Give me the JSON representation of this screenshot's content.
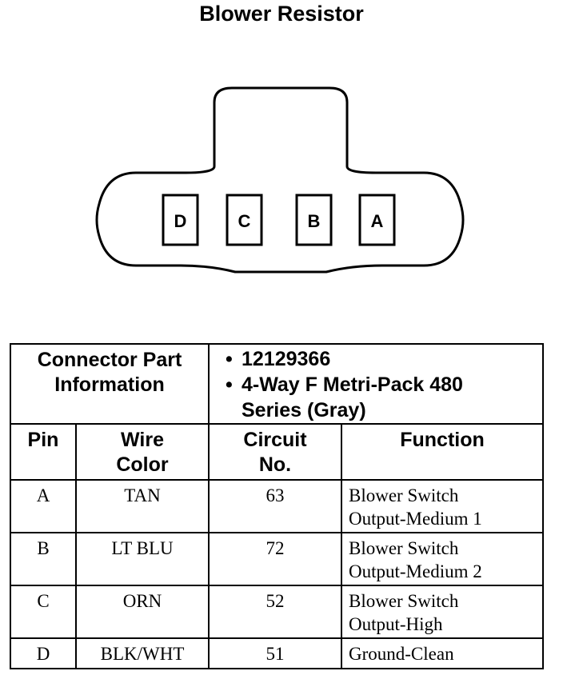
{
  "title": "Blower Resistor",
  "connector": {
    "pins": [
      "D",
      "C",
      "B",
      "A"
    ]
  },
  "table": {
    "connector_part_label_line1": "Connector Part",
    "connector_part_label_line2": "Information",
    "part_info": [
      {
        "bullet": "•",
        "text": "12129366"
      },
      {
        "bullet": "•",
        "text": "4-Way F Metri-Pack 480"
      },
      {
        "bullet": "",
        "text": "Series (Gray)"
      }
    ],
    "headers": {
      "pin": "Pin",
      "wire_color_line1": "Wire",
      "wire_color_line2": "Color",
      "circuit_line1": "Circuit",
      "circuit_line2": "No.",
      "function": "Function"
    },
    "rows": [
      {
        "pin": "A",
        "wire_color": "TAN",
        "circuit": "63",
        "function_line1": "Blower Switch",
        "function_line2": "Output-Medium 1"
      },
      {
        "pin": "B",
        "wire_color": "LT BLU",
        "circuit": "72",
        "function_line1": "Blower Switch",
        "function_line2": "Output-Medium 2"
      },
      {
        "pin": "C",
        "wire_color": "ORN",
        "circuit": "52",
        "function_line1": "Blower Switch",
        "function_line2": "Output-High"
      },
      {
        "pin": "D",
        "wire_color": "BLK/WHT",
        "circuit": "51",
        "function_line1": "Ground-Clean",
        "function_line2": ""
      }
    ]
  }
}
